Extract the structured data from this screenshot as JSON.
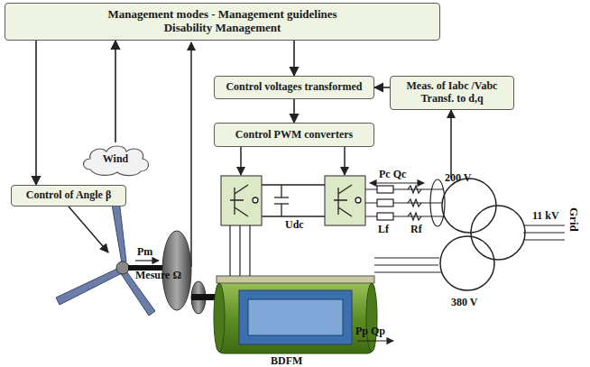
{
  "diagram": {
    "nodes": [
      {
        "text": [
          "Management modes - Management guidelines Disability Management"
        ]
      },
      {
        "text": [
          "Control voltages transformed"
        ]
      },
      {
        "text": [
          "Meas. of Iabc /Vabc Transf. to d,q"
        ]
      },
      {
        "text": [
          "Control PWM converters"
        ]
      },
      {
        "text": [
          "Wind"
        ]
      },
      {
        "text": [
          "Control of Angle β"
        ]
      }
    ],
    "edges": [
      {
        "from": 0,
        "to": 5,
        "arrow": "to"
      },
      {
        "from": 4,
        "to": 0,
        "arrow": "to"
      },
      {
        "from": 0,
        "to": 1,
        "arrow": "to"
      },
      {
        "from": 2,
        "to": 1,
        "arrow": "to"
      },
      {
        "from": 1,
        "to": 3,
        "arrow": "to"
      }
    ],
    "labels": [
      "Mesure Ω",
      "Pm",
      "Udc",
      "Pc Qc",
      "Lf",
      "Rf",
      "200 V",
      "11 kV",
      "Grid",
      "380 V",
      "Pp Qp",
      "BDFM"
    ]
  }
}
